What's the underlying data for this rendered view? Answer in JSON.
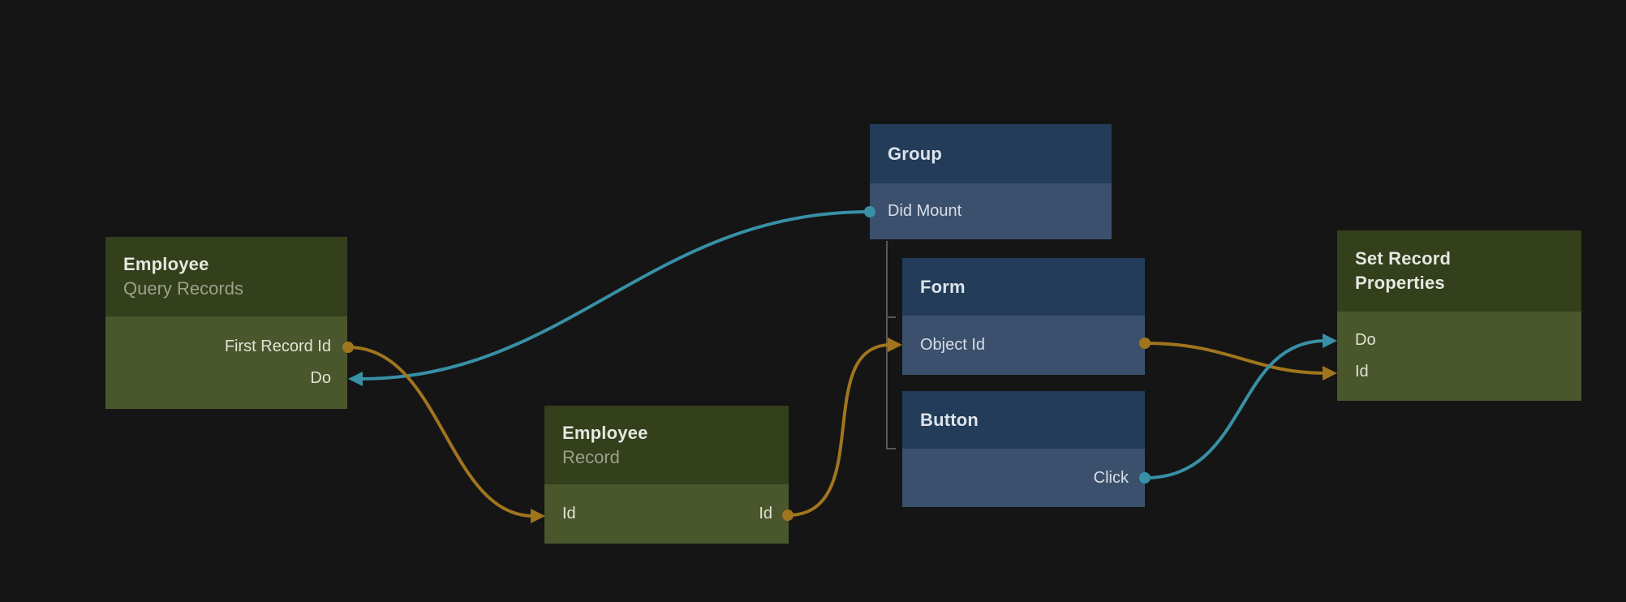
{
  "palette": {
    "background": "#151515",
    "green_node_header": "#343F1C",
    "green_node_body": "#4A562C",
    "blue_node_header": "#223C59",
    "blue_node_body": "#3B506C",
    "wire_teal": "#3890A6",
    "wire_orange": "#A0751E",
    "tree_line_gray": "#56585B"
  },
  "nodes": {
    "employeeQuery": {
      "title": "Employee",
      "subtitle": "Query Records",
      "ports": [
        {
          "label": "First Record Id",
          "direction": "output",
          "connector": "orange-dot-right"
        },
        {
          "label": "Do",
          "direction": "input",
          "connector": "teal-arrow-right-edge"
        }
      ]
    },
    "group": {
      "title": "Group",
      "ports": [
        {
          "label": "Did Mount",
          "direction": "output",
          "connector": "teal-dot-left-edge"
        }
      ]
    },
    "form": {
      "title": "Form",
      "ports": [
        {
          "label": "Object Id",
          "direction": "input-and-output",
          "connector": "orange-arrow-in-left, orange-dot-out-right"
        }
      ]
    },
    "button": {
      "title": "Button",
      "ports": [
        {
          "label": "Click",
          "direction": "output",
          "connector": "teal-dot-right"
        }
      ]
    },
    "employeeRecord": {
      "title": "Employee",
      "subtitle": "Record",
      "ports": [
        {
          "label": "Id",
          "direction": "input",
          "connector": "orange-arrow-left"
        },
        {
          "label": "Id",
          "direction": "output",
          "connector": "orange-dot-right"
        }
      ]
    },
    "setRecordProperties": {
      "title_lines": [
        "Set Record",
        "Properties"
      ],
      "ports": [
        {
          "label": "Do",
          "direction": "input",
          "connector": "teal-arrow-left"
        },
        {
          "label": "Id",
          "direction": "input",
          "connector": "orange-arrow-left"
        }
      ]
    }
  },
  "edges": [
    {
      "from": "Group.Did Mount",
      "to": "Employee Query Records.Do",
      "color": "teal"
    },
    {
      "from": "Employee Query Records.First Record Id",
      "to": "Employee Record.Id",
      "color": "orange"
    },
    {
      "from": "Employee Record.Id",
      "to": "Form.Object Id",
      "color": "orange"
    },
    {
      "from": "Form.Object Id",
      "to": "Set Record Properties.Id",
      "color": "orange"
    },
    {
      "from": "Button.Click",
      "to": "Set Record Properties.Do",
      "color": "teal"
    }
  ]
}
